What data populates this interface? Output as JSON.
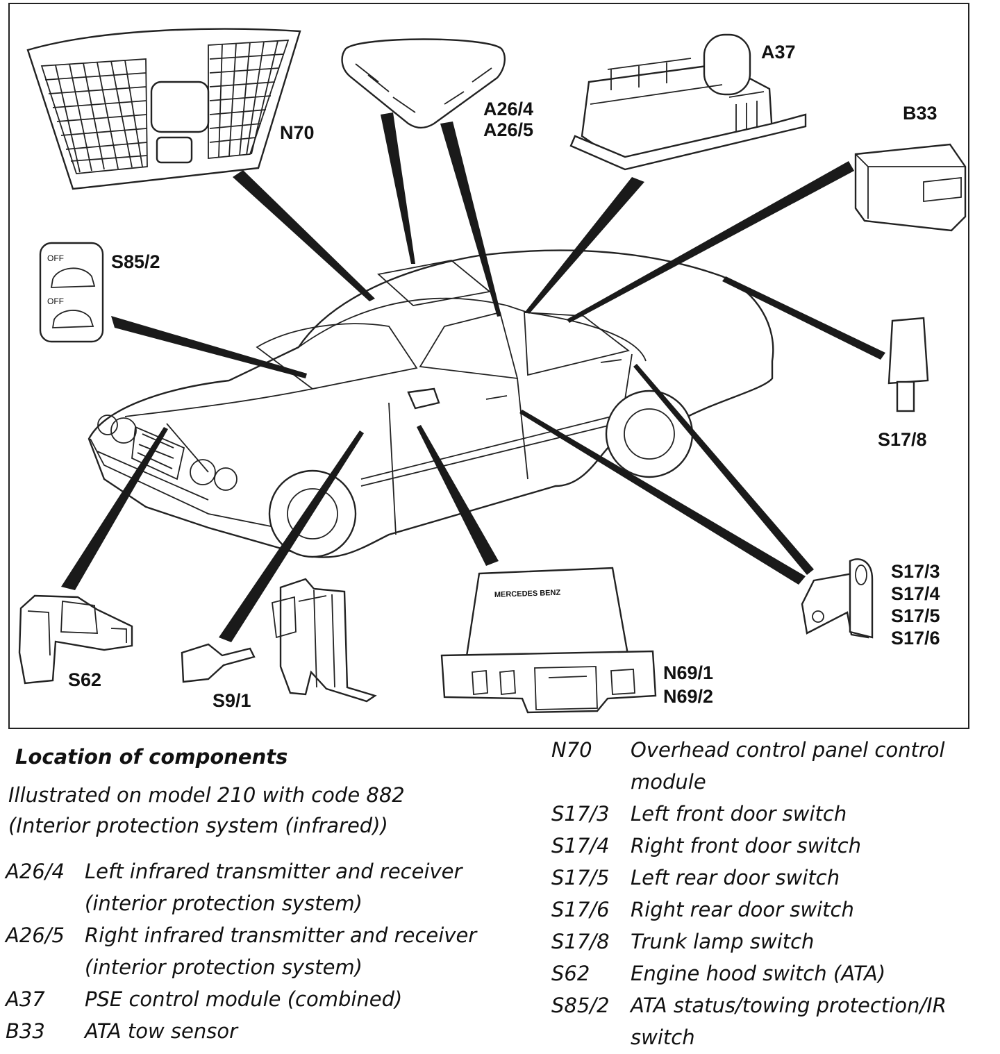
{
  "callouts": {
    "n70": "N70",
    "a26_4": "A26/4",
    "a26_5": "A26/5",
    "a37": "A37",
    "b33": "B33",
    "s85_2": "S85/2",
    "s17_8": "S17/8",
    "s17_3": "S17/3",
    "s17_4": "S17/4",
    "s17_5": "S17/5",
    "s17_6": "S17/6",
    "n69_1": "N69/1",
    "n69_2": "N69/2",
    "s62": "S62",
    "s9_1": "S9/1"
  },
  "graphics": {
    "module_brand": "MERCEDES BENZ",
    "switch_off_top": "OFF",
    "switch_off_bottom": "OFF"
  },
  "caption": {
    "title": "Location of components",
    "line1": "Illustrated on model 210 with code 882",
    "line2": "(Interior protection system (infrared))"
  },
  "legend_left": [
    {
      "code": "A26/4",
      "desc": "Left infrared transmitter and receiver (interior protection system)"
    },
    {
      "code": "A26/5",
      "desc": "Right infrared transmitter and receiver (interior protection system)"
    },
    {
      "code": "A37",
      "desc": "PSE control module (combined)"
    },
    {
      "code": "B33",
      "desc": "ATA tow sensor"
    }
  ],
  "legend_right": [
    {
      "code": "N70",
      "desc": "Overhead control panel control module"
    },
    {
      "code": "S17/3",
      "desc": "Left front door switch"
    },
    {
      "code": "S17/4",
      "desc": "Right front door switch"
    },
    {
      "code": "S17/5",
      "desc": "Left rear door switch"
    },
    {
      "code": "S17/6",
      "desc": "Right rear door switch"
    },
    {
      "code": "S17/8",
      "desc": "Trunk lamp switch"
    },
    {
      "code": "S62",
      "desc": "Engine hood switch (ATA)"
    },
    {
      "code": "S85/2",
      "desc": "ATA status/towing protection/IR switch"
    }
  ]
}
